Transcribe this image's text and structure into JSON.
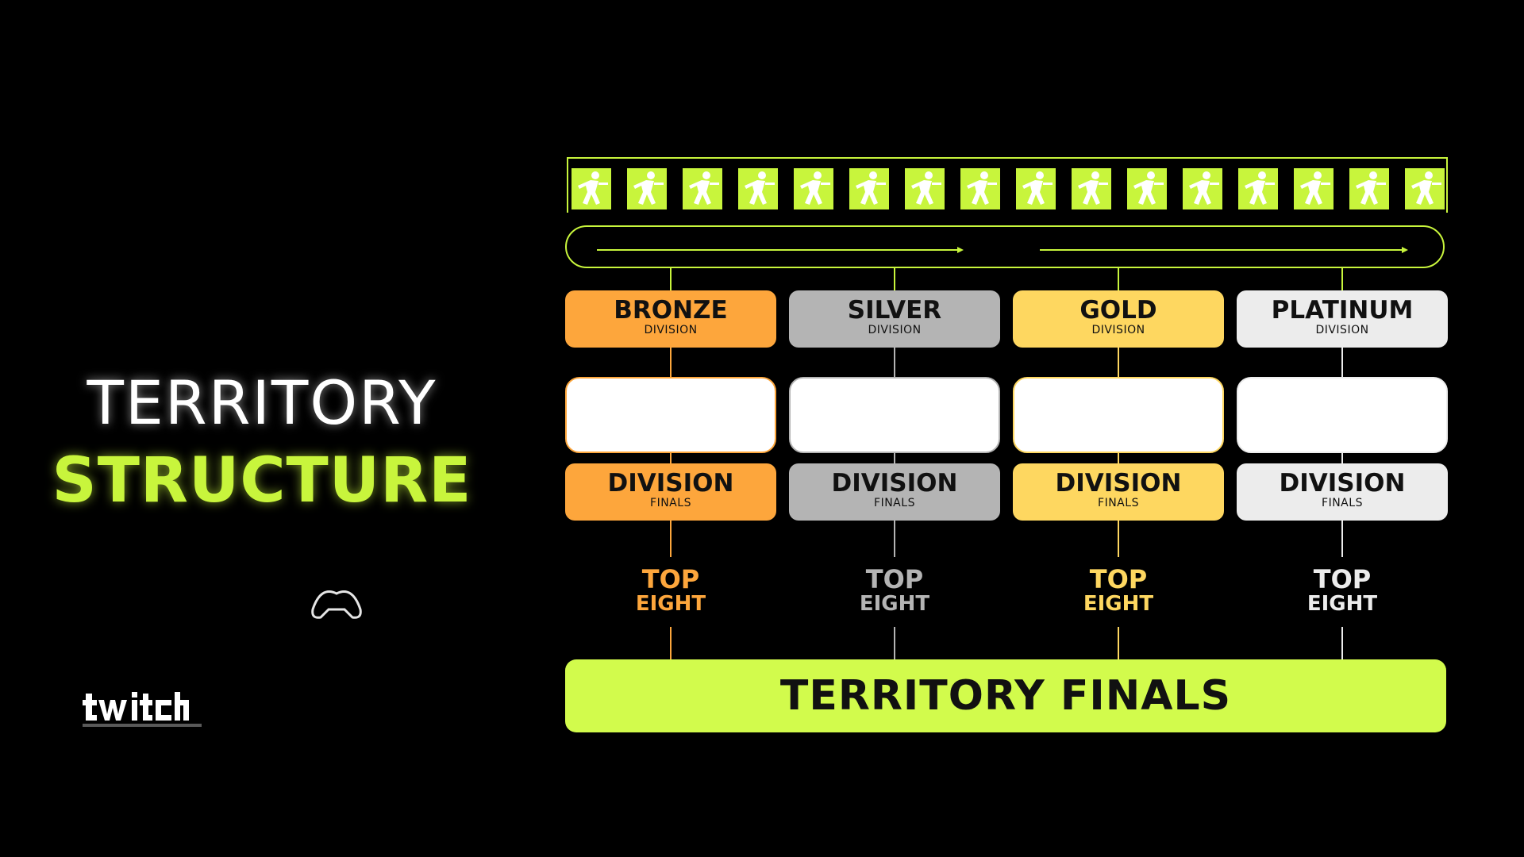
{
  "title": {
    "line1": "TERRITORY",
    "line2": "STRUCTURE"
  },
  "colors": {
    "background": "#000000",
    "accent": "#c8f53c",
    "finals": "#d2fb4c",
    "bronze": "#fda63c",
    "silver": "#b4b4b4",
    "gold": "#fed760",
    "platinum": "#ececec"
  },
  "logos": [
    "twitch-logo",
    "controller-logo"
  ],
  "player_slots": 16,
  "divisions": [
    {
      "name": "BRONZE",
      "sub": "DIVISION",
      "finals": "DIVISION",
      "finals_sub": "FINALS",
      "top1": "TOP",
      "top2": "EIGHT",
      "color": "#fda63c",
      "border": "#fda63c",
      "line": "#fda63c"
    },
    {
      "name": "SILVER",
      "sub": "DIVISION",
      "finals": "DIVISION",
      "finals_sub": "FINALS",
      "top1": "TOP",
      "top2": "EIGHT",
      "color": "#b4b4b4",
      "border": "#b4b4b4",
      "line": "#b4b4b4"
    },
    {
      "name": "GOLD",
      "sub": "DIVISION",
      "finals": "DIVISION",
      "finals_sub": "FINALS",
      "top1": "TOP",
      "top2": "EIGHT",
      "color": "#fed760",
      "border": "#fed760",
      "line": "#fed760"
    },
    {
      "name": "PLATINUM",
      "sub": "DIVISION",
      "finals": "DIVISION",
      "finals_sub": "FINALS",
      "top1": "TOP",
      "top2": "EIGHT",
      "color": "#ececec",
      "border": "#ececec",
      "line": "#ececec"
    }
  ],
  "territory_finals": "TERRITORY FINALS"
}
